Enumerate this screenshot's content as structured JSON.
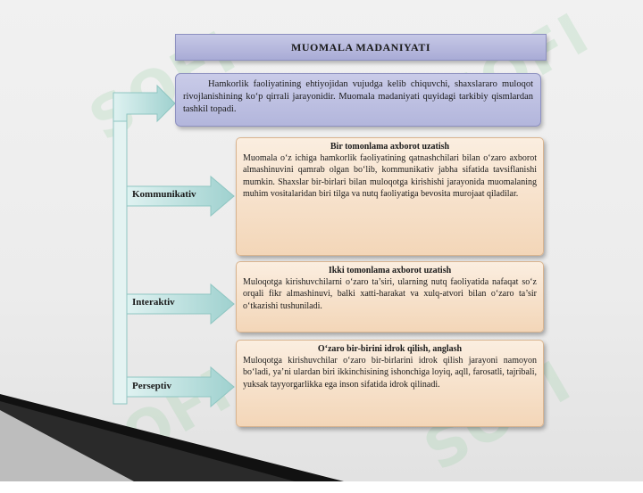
{
  "watermark": "SOFI",
  "title": "MUOMALA  MADANIYATI",
  "intro": "Hamkorlik faoliyatining ehtiyojidan vujudga kelib chiquvchi, shaxslararo muloqot rivojlanishining ko‘p qirrali jarayonidir. Muomala madaniyati quyidagi tarkibiy qismlardan tashkil topadi.",
  "types": [
    {
      "label": "Kommunikativ",
      "title": "Bir tomonlama axborot uzatish",
      "text": "Muomala o‘z ichiga hamkorlik faoliyatining qatnashchilari bilan o‘zaro axborot almashinuvini qamrab olgan bo‘lib, kommunikativ jabha sifatida tavsiflanishi mumkin. Shaxslar bir-birlari bilan muloqotga kirishishi jarayonida muomalaning muhim vositalaridan biri tilga va nutq faoliyatiga bevosita murojaat qiladilar."
    },
    {
      "label": "Interaktiv",
      "title": "Ikki tomonlama axborot uzatish",
      "text": "Muloqotga kirishuvchilarni o‘zaro ta’siri, ularning nutq faoliyatida nafaqat so‘z orqali fikr almashinuvi, balki xatti-harakat va xulq-atvori bilan o‘zaro ta’sir o‘tkazishi tushuniladi."
    },
    {
      "label": "Perseptiv",
      "title": "O‘zaro bir-birini idrok qilish, anglash",
      "text": "Muloqotga kirishuvchilar o‘zaro bir-birlarini idrok qilish jarayoni namoyon bo‘ladi, ya’ni ulardan biri ikkinchisining ishonchiga loyiq, aqll, farosatli, tajribali, yuksak tayyorgarlikka ega inson sifatida idrok qilinadi."
    }
  ],
  "colors": {
    "title_fill": "#b3b6dc",
    "card_fill": "#f3d6b8",
    "connector": "#9fd1cf"
  }
}
